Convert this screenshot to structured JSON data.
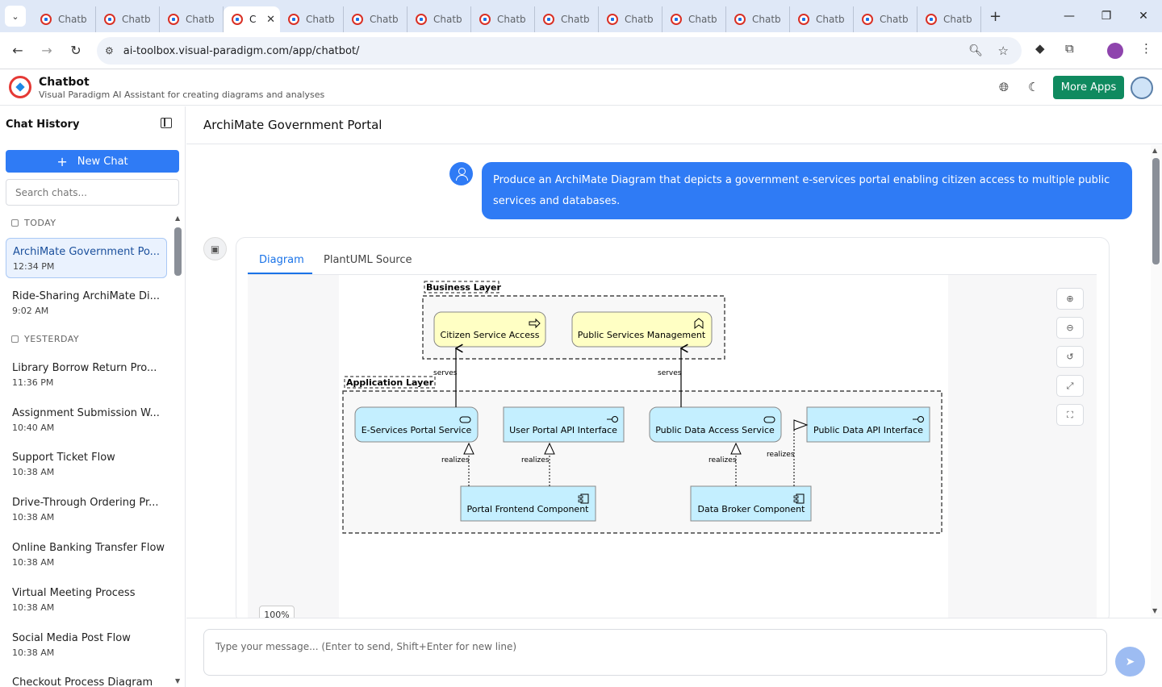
{
  "browser": {
    "tab_label": "Chatb",
    "active_tab_label": "C",
    "tab_count_inactive": 14,
    "url": "ai-toolbox.visual-paradigm.com/app/chatbot/"
  },
  "app": {
    "title": "Chatbot",
    "subtitle": "Visual Paradigm AI Assistant for creating diagrams and analyses",
    "more_apps_label": "More Apps"
  },
  "sidebar": {
    "title": "Chat History",
    "new_chat_label": "New Chat",
    "search_placeholder": "Search chats...",
    "sections": [
      {
        "label": "TODAY",
        "items": [
          {
            "title": "ArchiMate Government Po...",
            "time": "12:34 PM",
            "active": true
          },
          {
            "title": "Ride-Sharing ArchiMate Di...",
            "time": "9:02 AM"
          }
        ]
      },
      {
        "label": "YESTERDAY",
        "items": [
          {
            "title": "Library Borrow Return Pro...",
            "time": "11:36 PM"
          },
          {
            "title": "Assignment Submission W...",
            "time": "10:40 AM"
          },
          {
            "title": "Support Ticket Flow",
            "time": "10:38 AM"
          },
          {
            "title": "Drive-Through Ordering Pr...",
            "time": "10:38 AM"
          },
          {
            "title": "Online Banking Transfer Flow",
            "time": "10:38 AM"
          },
          {
            "title": "Virtual Meeting Process",
            "time": "10:38 AM"
          },
          {
            "title": "Social Media Post Flow",
            "time": "10:38 AM"
          },
          {
            "title": "Checkout Process Diagram",
            "time": ""
          }
        ]
      }
    ]
  },
  "main": {
    "title": "ArchiMate Government Portal",
    "user_message": "Produce an ArchiMate Diagram that depicts a government e-services portal enabling citizen access to multiple public services and databases.",
    "tabs": [
      "Diagram",
      "PlantUML Source"
    ],
    "zoom_level": "100%",
    "input_placeholder": "Type your message... (Enter to send, Shift+Enter for new line)"
  },
  "diagram": {
    "groups": {
      "business": "Business Layer",
      "application": "Application Layer"
    },
    "elements": {
      "citizen_service_access": "Citizen Service Access",
      "public_services_management": "Public Services Management",
      "eservices_portal_service": "E-Services Portal Service",
      "user_portal_api_interface": "User Portal API Interface",
      "public_data_access_service": "Public Data Access Service",
      "public_data_api_interface": "Public Data API Interface",
      "portal_frontend_component": "Portal Frontend Component",
      "data_broker_component": "Data Broker Component"
    },
    "relations": {
      "serves": "serves",
      "realizes": "realizes"
    },
    "colors": {
      "business": "#ffffc4",
      "application": "#c4efff",
      "accent": "#2f7bf5",
      "brand_green": "#0f8a5f"
    }
  }
}
